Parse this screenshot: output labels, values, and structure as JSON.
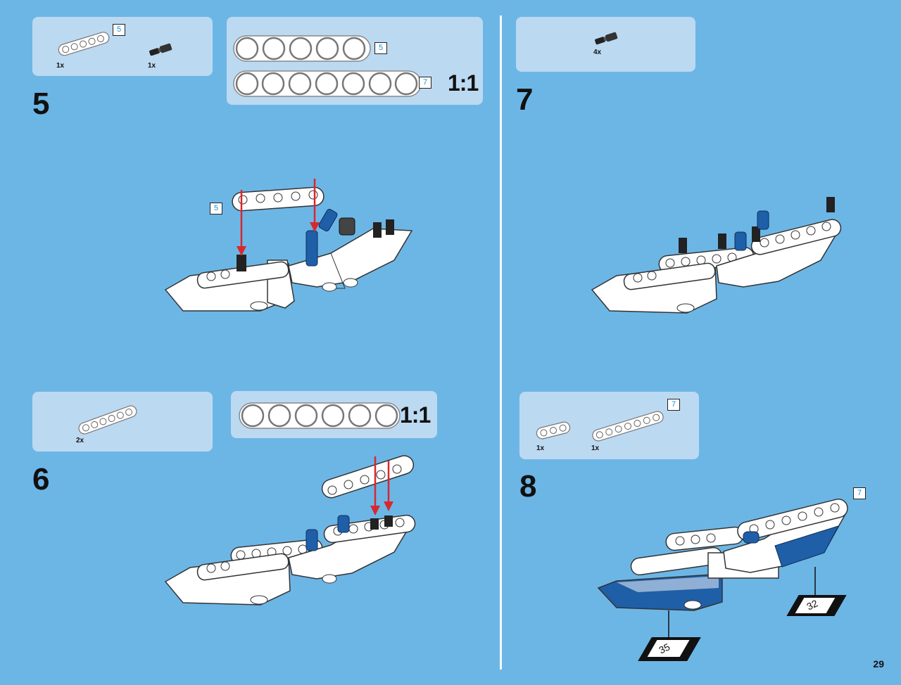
{
  "step5": {
    "number": "5",
    "parts": [
      {
        "qty": "1x",
        "name": "beam-5-icon",
        "length": "5"
      },
      {
        "qty": "1x",
        "name": "axle-pin-icon"
      }
    ],
    "scale_beams": [
      {
        "holes": 5,
        "length_label": "5"
      },
      {
        "holes": 7,
        "length_label": "7"
      }
    ],
    "scale_label": "1:1",
    "callout_length": "5"
  },
  "step6": {
    "number": "6",
    "parts": [
      {
        "qty": "2x",
        "name": "beam-6-icon"
      }
    ],
    "scale_beams": [
      {
        "holes": 6
      }
    ],
    "scale_label": "1:1"
  },
  "step7": {
    "number": "7",
    "parts": [
      {
        "qty": "4x",
        "name": "axle-pin-icon"
      }
    ]
  },
  "step8": {
    "number": "8",
    "parts": [
      {
        "qty": "1x",
        "name": "beam-3-icon"
      },
      {
        "qty": "1x",
        "name": "beam-7-icon",
        "length": "7"
      }
    ],
    "callout_length": "7",
    "sticker_a": "35",
    "sticker_b": "32"
  },
  "page_number": "29",
  "colors": {
    "background": "#6cb6e6",
    "panel": "#bcd9f2",
    "arrow": "#d7282f",
    "brick_blue": "#1f5fa8"
  }
}
